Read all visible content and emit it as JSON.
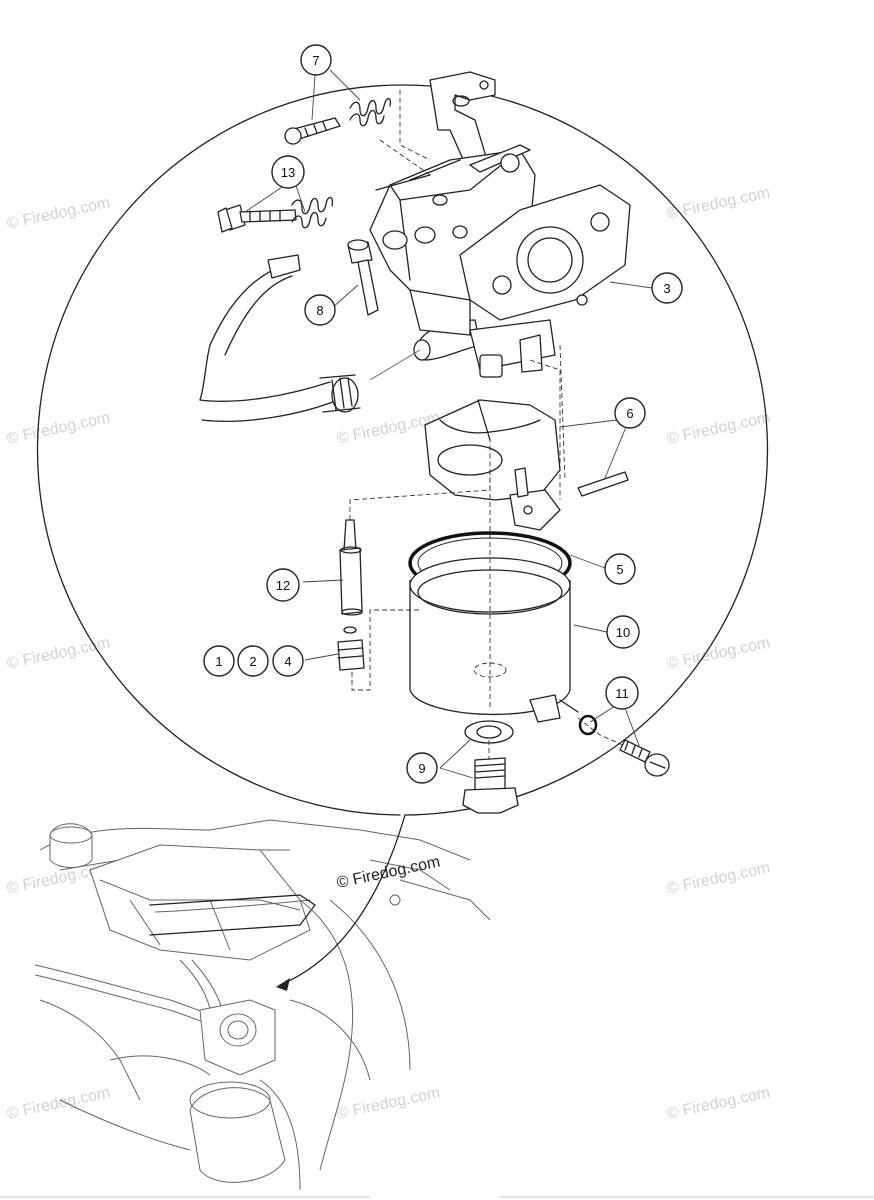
{
  "watermark": {
    "text": "© Firedog.com",
    "color": "#d2d2d2"
  },
  "embedded_label": "© Firedog.com",
  "callouts": [
    {
      "id": "7",
      "label": "7"
    },
    {
      "id": "13",
      "label": "13"
    },
    {
      "id": "8",
      "label": "8"
    },
    {
      "id": "3",
      "label": "3"
    },
    {
      "id": "6",
      "label": "6"
    },
    {
      "id": "12",
      "label": "12"
    },
    {
      "id": "5",
      "label": "5"
    },
    {
      "id": "10",
      "label": "10"
    },
    {
      "id": "1",
      "label": "1"
    },
    {
      "id": "2",
      "label": "2"
    },
    {
      "id": "4",
      "label": "4"
    },
    {
      "id": "11",
      "label": "11"
    },
    {
      "id": "9",
      "label": "9"
    }
  ],
  "colors": {
    "line": "#222222",
    "background": "#ffffff",
    "shade": "#e6e6e6"
  }
}
